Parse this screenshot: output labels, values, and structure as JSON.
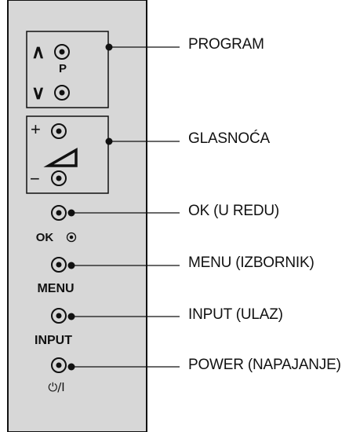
{
  "panel": {
    "program_group": {
      "letter": "P",
      "up_symbol": "∧",
      "down_symbol": "∨"
    },
    "volume_group": {
      "plus_symbol": "+",
      "minus_symbol": "−"
    },
    "ok_label": "OK",
    "menu_label": "MENU",
    "input_label": "INPUT",
    "power_label": "⏻/I"
  },
  "callouts": {
    "program": "PROGRAM",
    "volume": "GLASNOĆA",
    "ok": "OK (U REDU)",
    "menu": "MENU (IZBORNIK)",
    "input": "INPUT (ULAZ)",
    "power": "POWER (NAPAJANJE)"
  },
  "colors": {
    "panel_fill": "#d7d7d7",
    "stroke": "#111111"
  }
}
